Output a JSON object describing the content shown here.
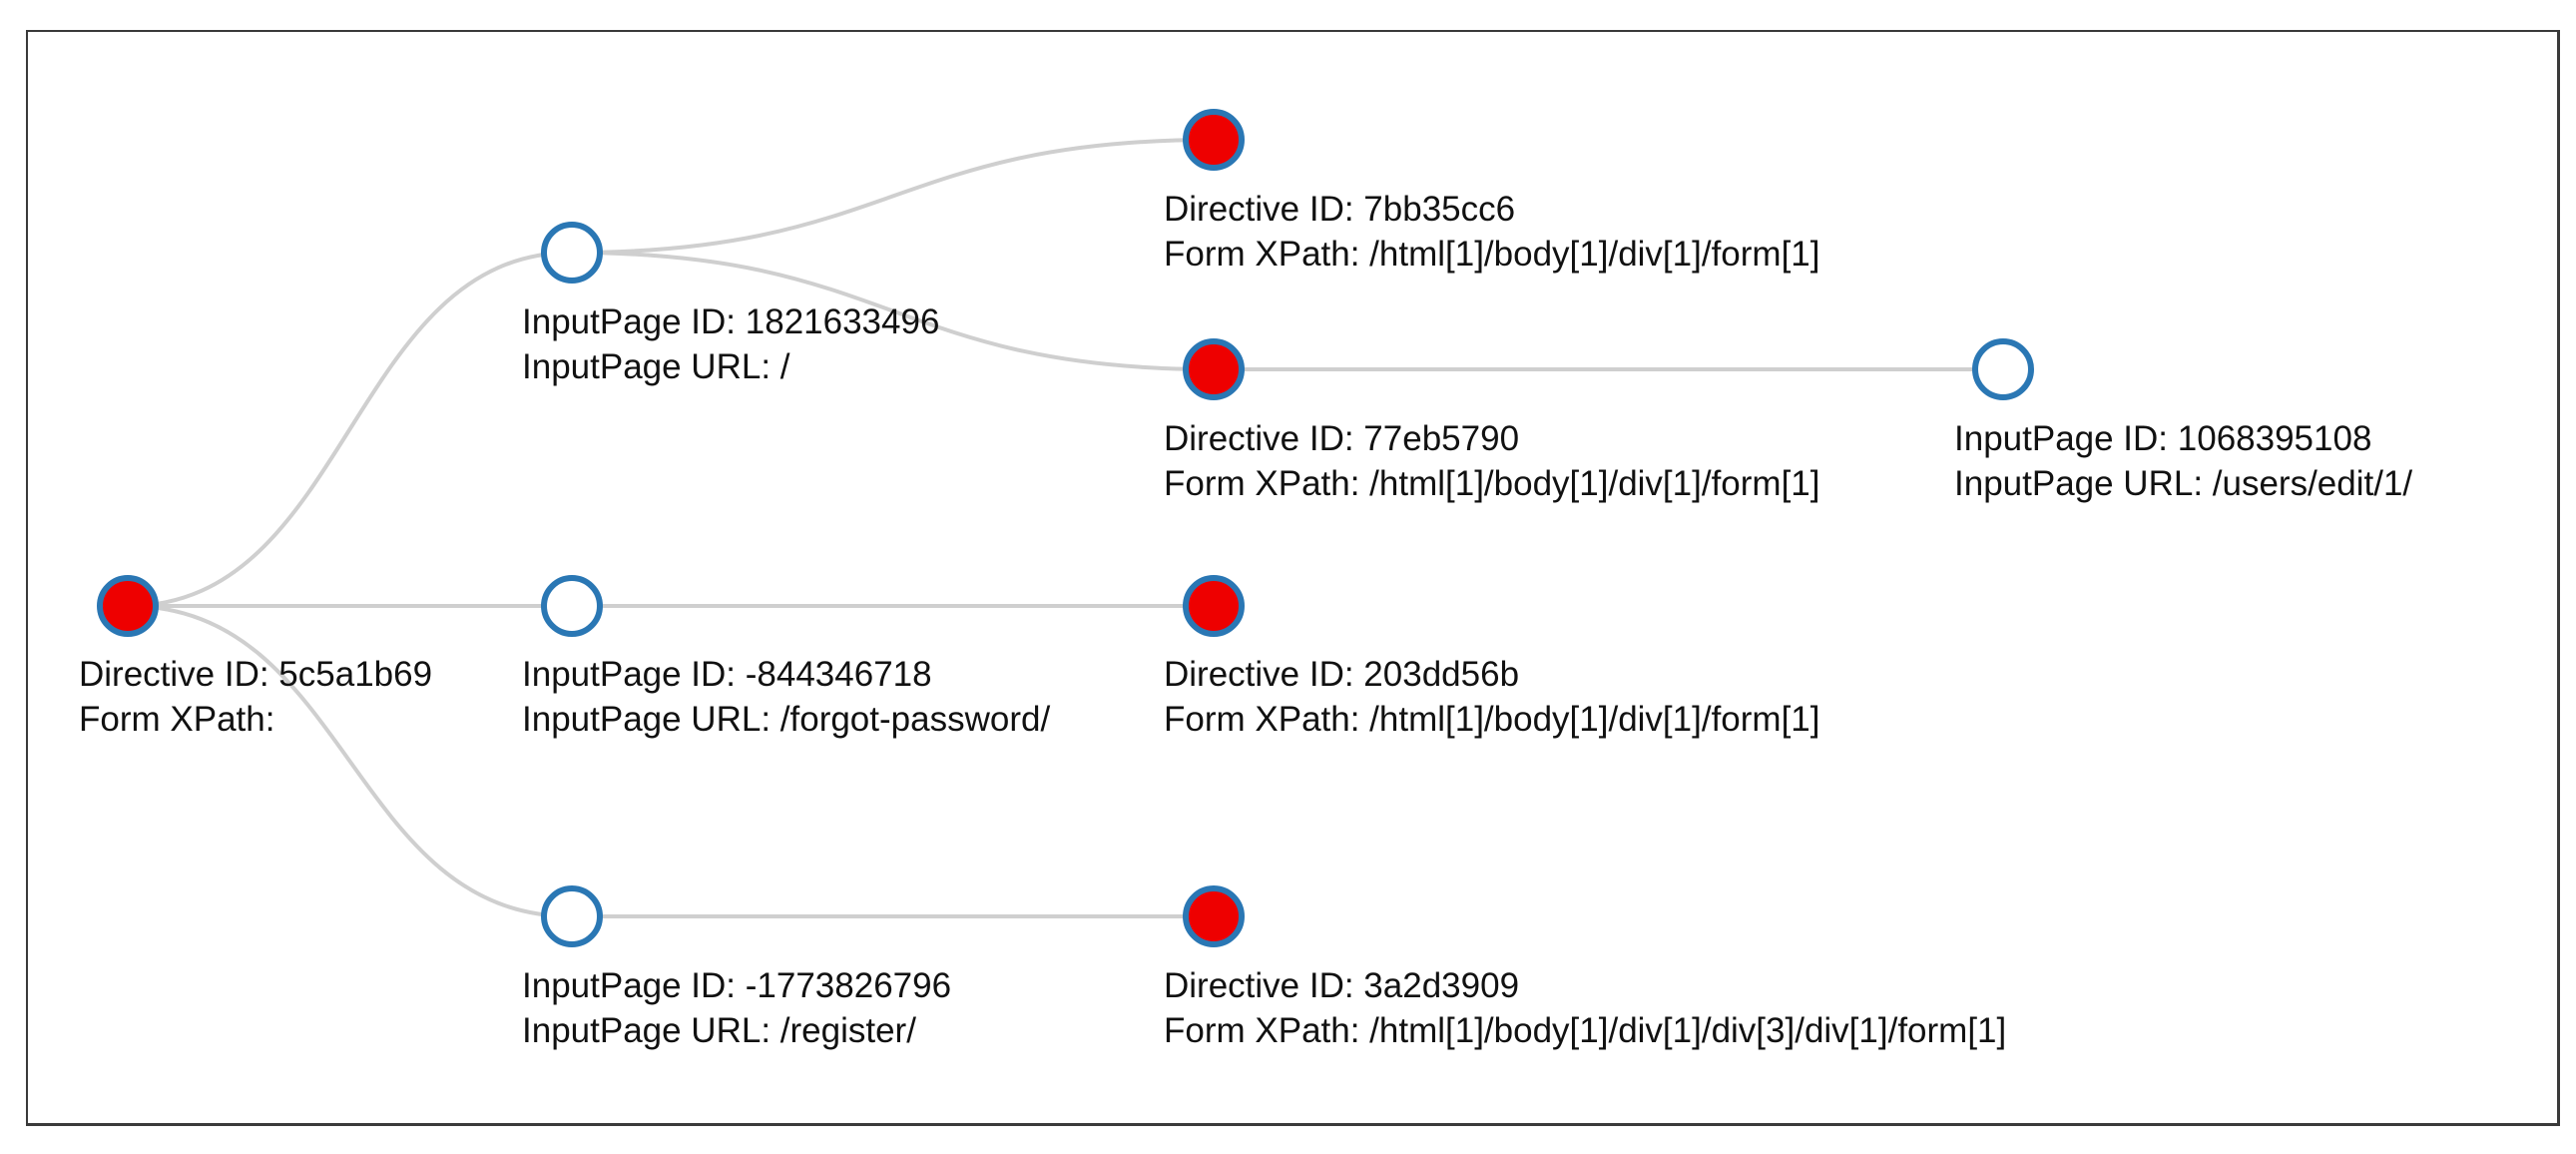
{
  "colors": {
    "filled_node": "#ee0000",
    "hollow_node": "#ffffff",
    "node_stroke": "#2a77b4",
    "link": "#cfcfcf",
    "text": "#111111"
  },
  "tree": {
    "nodes": [
      {
        "id": "root",
        "kind": "directive",
        "filled": true,
        "line1": "Directive ID: 5c5a1b69",
        "line2": "Form XPath:"
      },
      {
        "id": "ip1",
        "kind": "inputpage",
        "filled": false,
        "line1": "InputPage ID: 1821633496",
        "line2": "InputPage URL: /"
      },
      {
        "id": "ip2",
        "kind": "inputpage",
        "filled": false,
        "line1": "InputPage ID: -844346718",
        "line2": "InputPage URL: /forgot-password/"
      },
      {
        "id": "ip3",
        "kind": "inputpage",
        "filled": false,
        "line1": "InputPage ID: -1773826796",
        "line2": "InputPage URL: /register/"
      },
      {
        "id": "d1",
        "kind": "directive",
        "filled": true,
        "line1": "Directive ID: 7bb35cc6",
        "line2": "Form XPath: /html[1]/body[1]/div[1]/form[1]"
      },
      {
        "id": "d2",
        "kind": "directive",
        "filled": true,
        "line1": "Directive ID: 77eb5790",
        "line2": "Form XPath: /html[1]/body[1]/div[1]/form[1]"
      },
      {
        "id": "d3",
        "kind": "directive",
        "filled": true,
        "line1": "Directive ID: 203dd56b",
        "line2": "Form XPath: /html[1]/body[1]/div[1]/form[1]"
      },
      {
        "id": "d4",
        "kind": "directive",
        "filled": true,
        "line1": "Directive ID: 3a2d3909",
        "line2": "Form XPath: /html[1]/body[1]/div[1]/div[3]/div[1]/form[1]"
      },
      {
        "id": "ip4",
        "kind": "inputpage",
        "filled": false,
        "line1": "InputPage ID: 1068395108",
        "line2": "InputPage URL: /users/edit/1/"
      }
    ],
    "links": [
      {
        "from": "root",
        "to": "ip1"
      },
      {
        "from": "root",
        "to": "ip2"
      },
      {
        "from": "root",
        "to": "ip3"
      },
      {
        "from": "ip1",
        "to": "d1"
      },
      {
        "from": "ip1",
        "to": "d2"
      },
      {
        "from": "ip2",
        "to": "d3"
      },
      {
        "from": "ip3",
        "to": "d4"
      },
      {
        "from": "d2",
        "to": "ip4"
      }
    ]
  }
}
